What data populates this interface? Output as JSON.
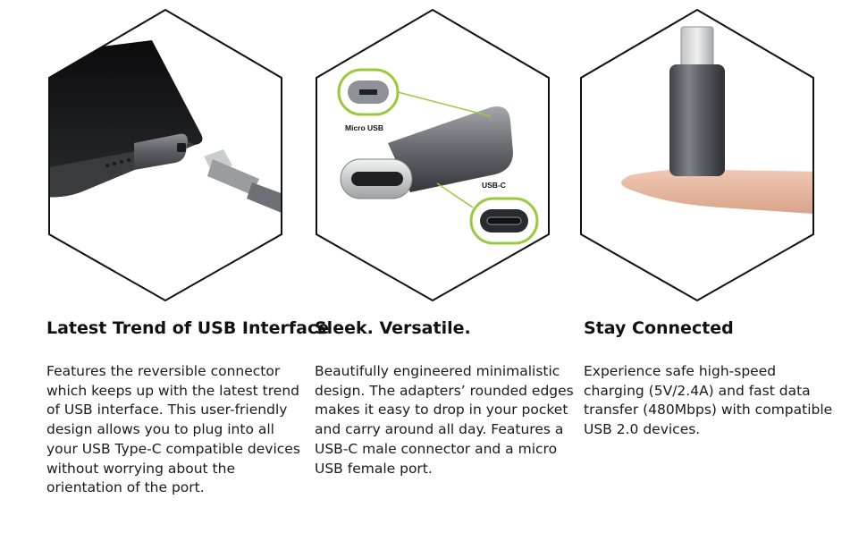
{
  "panels": [
    {
      "title": "Latest Trend of USB Interface",
      "description": "Features the reversible connector which keeps up with the latest trend of USB interface. This user-friendly design allows you to plug into all your USB Type-C compatible devices without worrying about the orientation of the port.",
      "image": "phone-with-adapter-and-micro-usb-cable"
    },
    {
      "title": "Sleek. Versatile.",
      "description": "Beautifully engineered minimalistic design. The adapters’ rounded edges makes it easy to drop in your pocket and carry around all day. Features a USB-C male connector and a micro USB female port.",
      "image": "adapter-with-port-callouts",
      "callouts": {
        "micro_usb": "Micro USB",
        "usb_c": "USB-C"
      }
    },
    {
      "title": "Stay Connected",
      "description": "Experience safe high-speed charging (5V/2.4A) and fast data transfer (480Mbps) with compatible USB 2.0 devices.",
      "image": "adapter-on-fingertip"
    }
  ],
  "colors": {
    "hex_border": "#111111",
    "callout_ring": "#9bc93d",
    "adapter_metal": "#5a5d62"
  }
}
